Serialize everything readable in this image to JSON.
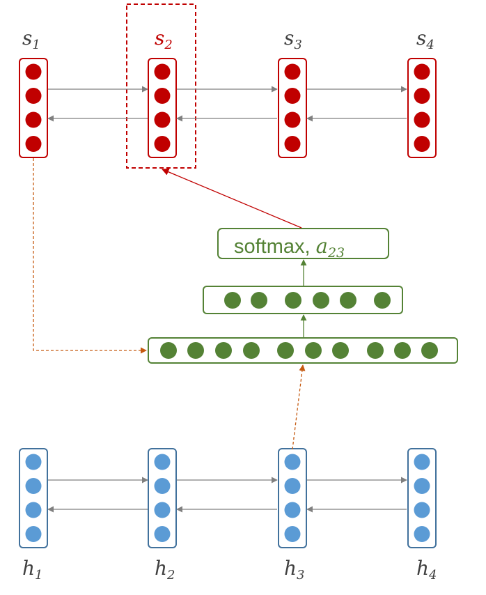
{
  "diagram": {
    "decoder_states": [
      {
        "sym": "s",
        "sub": "1",
        "highlighted": false
      },
      {
        "sym": "s",
        "sub": "2",
        "highlighted": true
      },
      {
        "sym": "s",
        "sub": "3",
        "highlighted": false
      },
      {
        "sym": "s",
        "sub": "4",
        "highlighted": false
      }
    ],
    "encoder_states": [
      {
        "sym": "h",
        "sub": "1"
      },
      {
        "sym": "h",
        "sub": "2"
      },
      {
        "sym": "h",
        "sub": "3"
      },
      {
        "sym": "h",
        "sub": "4"
      }
    ],
    "softmax_box": {
      "text": "softmax, ",
      "sym": "a",
      "sub": "23"
    },
    "hidden_layer_units": 6,
    "concat_layer_units": 10,
    "colors": {
      "decoder": "#c00000",
      "encoder": "#5b9bd5",
      "encoder_border": "#41719c",
      "mlp": "#548235",
      "mlp_border": "#548235",
      "arrow_gray": "#7f7f7f",
      "arrow_orange": "#c55a11",
      "highlight": "#c00000"
    }
  }
}
